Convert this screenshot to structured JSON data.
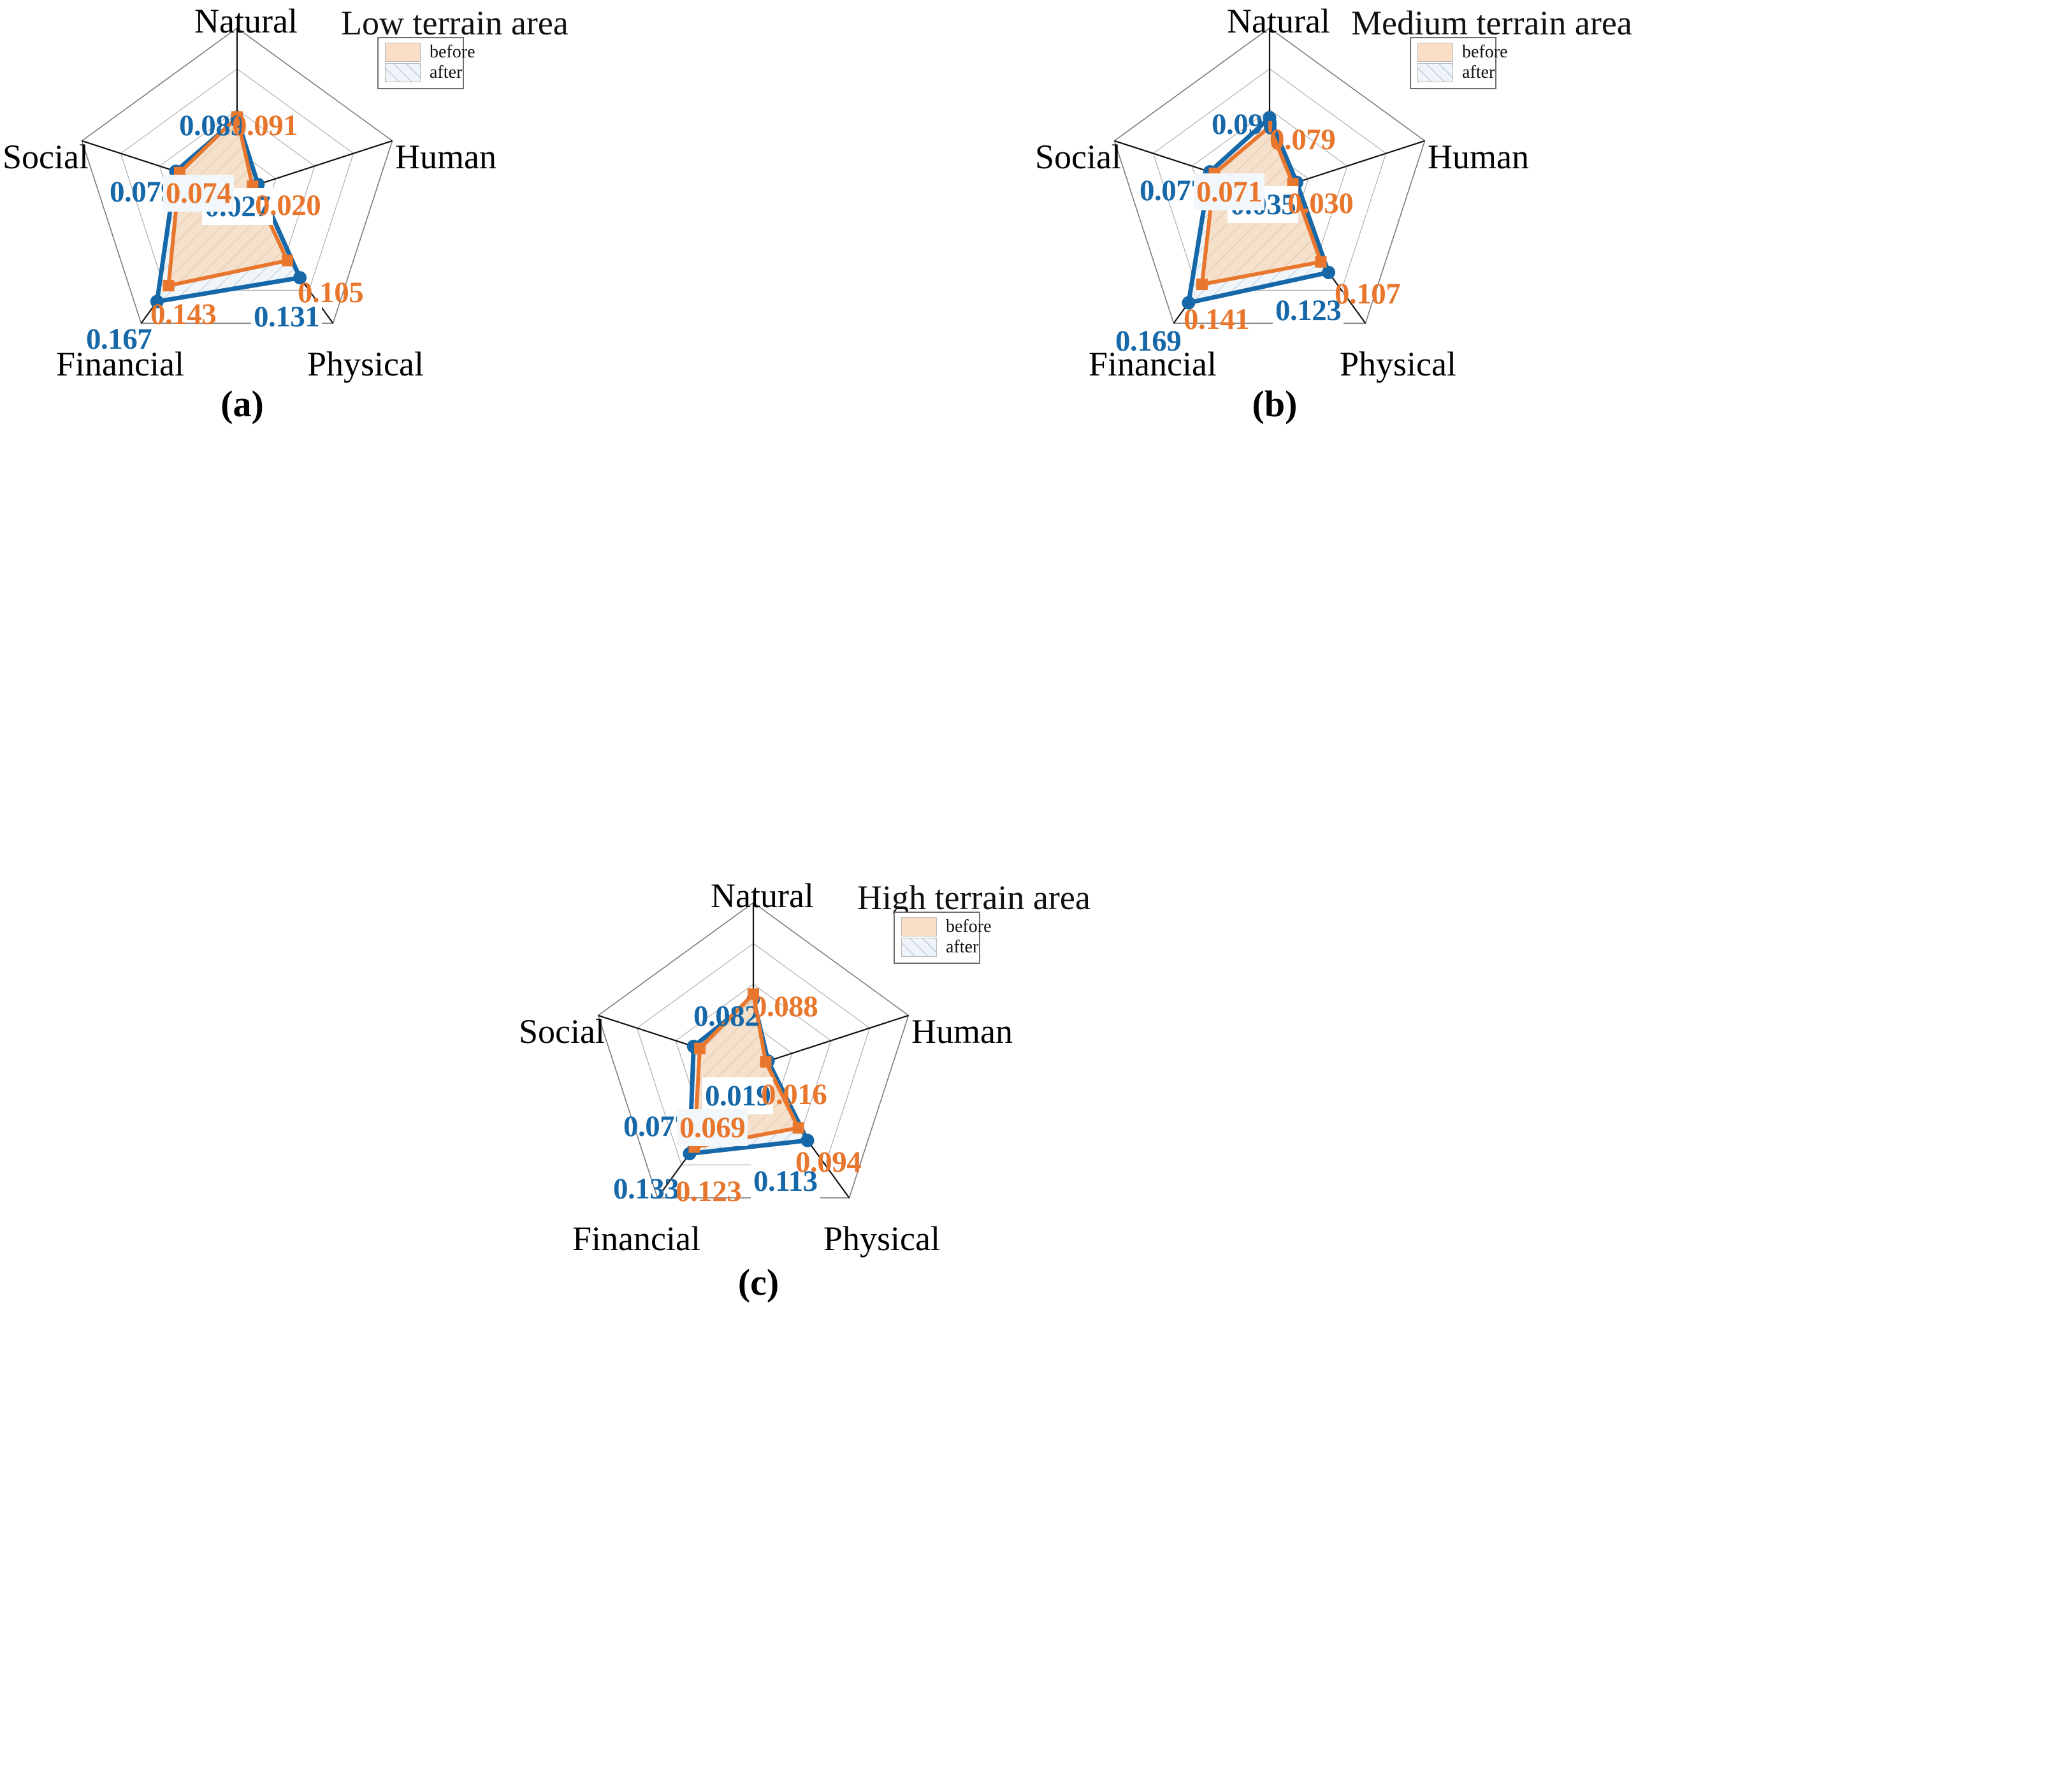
{
  "figure": {
    "axes": [
      "Natural",
      "Human",
      "Physical",
      "Financial",
      "Social"
    ],
    "series_names": [
      "before",
      "after"
    ],
    "colors": {
      "before_line": "#e8762c",
      "before_fill": "#fadfc6",
      "after_line": "#1668a8",
      "after_fill": "#eef4f9",
      "spoke": "#111111",
      "grid": "#9a9a9a"
    }
  },
  "panels": [
    {
      "id": "a",
      "caption": "(a)",
      "legend_title": "Low terrain area",
      "legend": [
        {
          "label": "before",
          "swatch": "before"
        },
        {
          "label": "after",
          "swatch": "after"
        }
      ],
      "labels": {
        "natural": "Natural",
        "human": "Human",
        "physical": "Physical",
        "financial": "Financial",
        "social": "Social"
      },
      "values": {
        "before": {
          "Natural": "0.091",
          "Human": "0.020",
          "Physical": "0.105",
          "Financial": "0.143",
          "Social": "0.074"
        },
        "after": {
          "Natural": "0.089",
          "Human": "0.027",
          "Physical": "0.131",
          "Financial": "0.167",
          "Social": "0.079"
        }
      }
    },
    {
      "id": "b",
      "caption": "(b)",
      "legend_title": "Medium terrain area",
      "legend": [
        {
          "label": "before",
          "swatch": "before"
        },
        {
          "label": "after",
          "swatch": "after"
        }
      ],
      "labels": {
        "natural": "Natural",
        "human": "Human",
        "physical": "Physical",
        "financial": "Financial",
        "social": "Social"
      },
      "values": {
        "before": {
          "Natural": "0.079",
          "Human": "0.030",
          "Physical": "0.107",
          "Financial": "0.141",
          "Social": "0.071"
        },
        "after": {
          "Natural": "0.090",
          "Human": "0.035",
          "Physical": "0.123",
          "Financial": "0.169",
          "Social": "0.077"
        }
      }
    },
    {
      "id": "c",
      "caption": "(c)",
      "legend_title": "High terrain area",
      "legend": [
        {
          "label": "before",
          "swatch": "before"
        },
        {
          "label": "after",
          "swatch": "after"
        }
      ],
      "labels": {
        "natural": "Natural",
        "human": "Human",
        "physical": "Physical",
        "financial": "Financial",
        "social": "Social"
      },
      "values": {
        "before": {
          "Natural": "0.088",
          "Human": "0.016",
          "Physical": "0.094",
          "Financial": "0.123",
          "Social": "0.069"
        },
        "after": {
          "Natural": "0.082",
          "Human": "0.019",
          "Physical": "0.113",
          "Financial": "0.133",
          "Social": "0.077"
        }
      }
    }
  ],
  "chart_data": [
    {
      "type": "radar",
      "title": "Low terrain area",
      "panel": "(a)",
      "categories": [
        "Natural",
        "Human",
        "Physical",
        "Financial",
        "Social"
      ],
      "series": [
        {
          "name": "before",
          "values": [
            0.091,
            0.02,
            0.105,
            0.143,
            0.074
          ]
        },
        {
          "name": "after",
          "values": [
            0.089,
            0.027,
            0.131,
            0.167,
            0.079
          ]
        }
      ],
      "rlim": [
        0,
        0.2
      ],
      "grid": true,
      "legend_position": "top-right",
      "xlabel": "",
      "ylabel": ""
    },
    {
      "type": "radar",
      "title": "Medium terrain area",
      "panel": "(b)",
      "categories": [
        "Natural",
        "Human",
        "Physical",
        "Financial",
        "Social"
      ],
      "series": [
        {
          "name": "before",
          "values": [
            0.079,
            0.03,
            0.107,
            0.141,
            0.071
          ]
        },
        {
          "name": "after",
          "values": [
            0.09,
            0.035,
            0.123,
            0.169,
            0.077
          ]
        }
      ],
      "rlim": [
        0,
        0.2
      ],
      "grid": true,
      "legend_position": "top-right",
      "xlabel": "",
      "ylabel": ""
    },
    {
      "type": "radar",
      "title": "High terrain area",
      "panel": "(c)",
      "categories": [
        "Natural",
        "Human",
        "Physical",
        "Financial",
        "Social"
      ],
      "series": [
        {
          "name": "before",
          "values": [
            0.088,
            0.016,
            0.094,
            0.123,
            0.069
          ]
        },
        {
          "name": "after",
          "values": [
            0.082,
            0.019,
            0.113,
            0.133,
            0.077
          ]
        }
      ],
      "rlim": [
        0,
        0.2
      ],
      "grid": true,
      "legend_position": "top-right",
      "xlabel": "",
      "ylabel": ""
    }
  ]
}
